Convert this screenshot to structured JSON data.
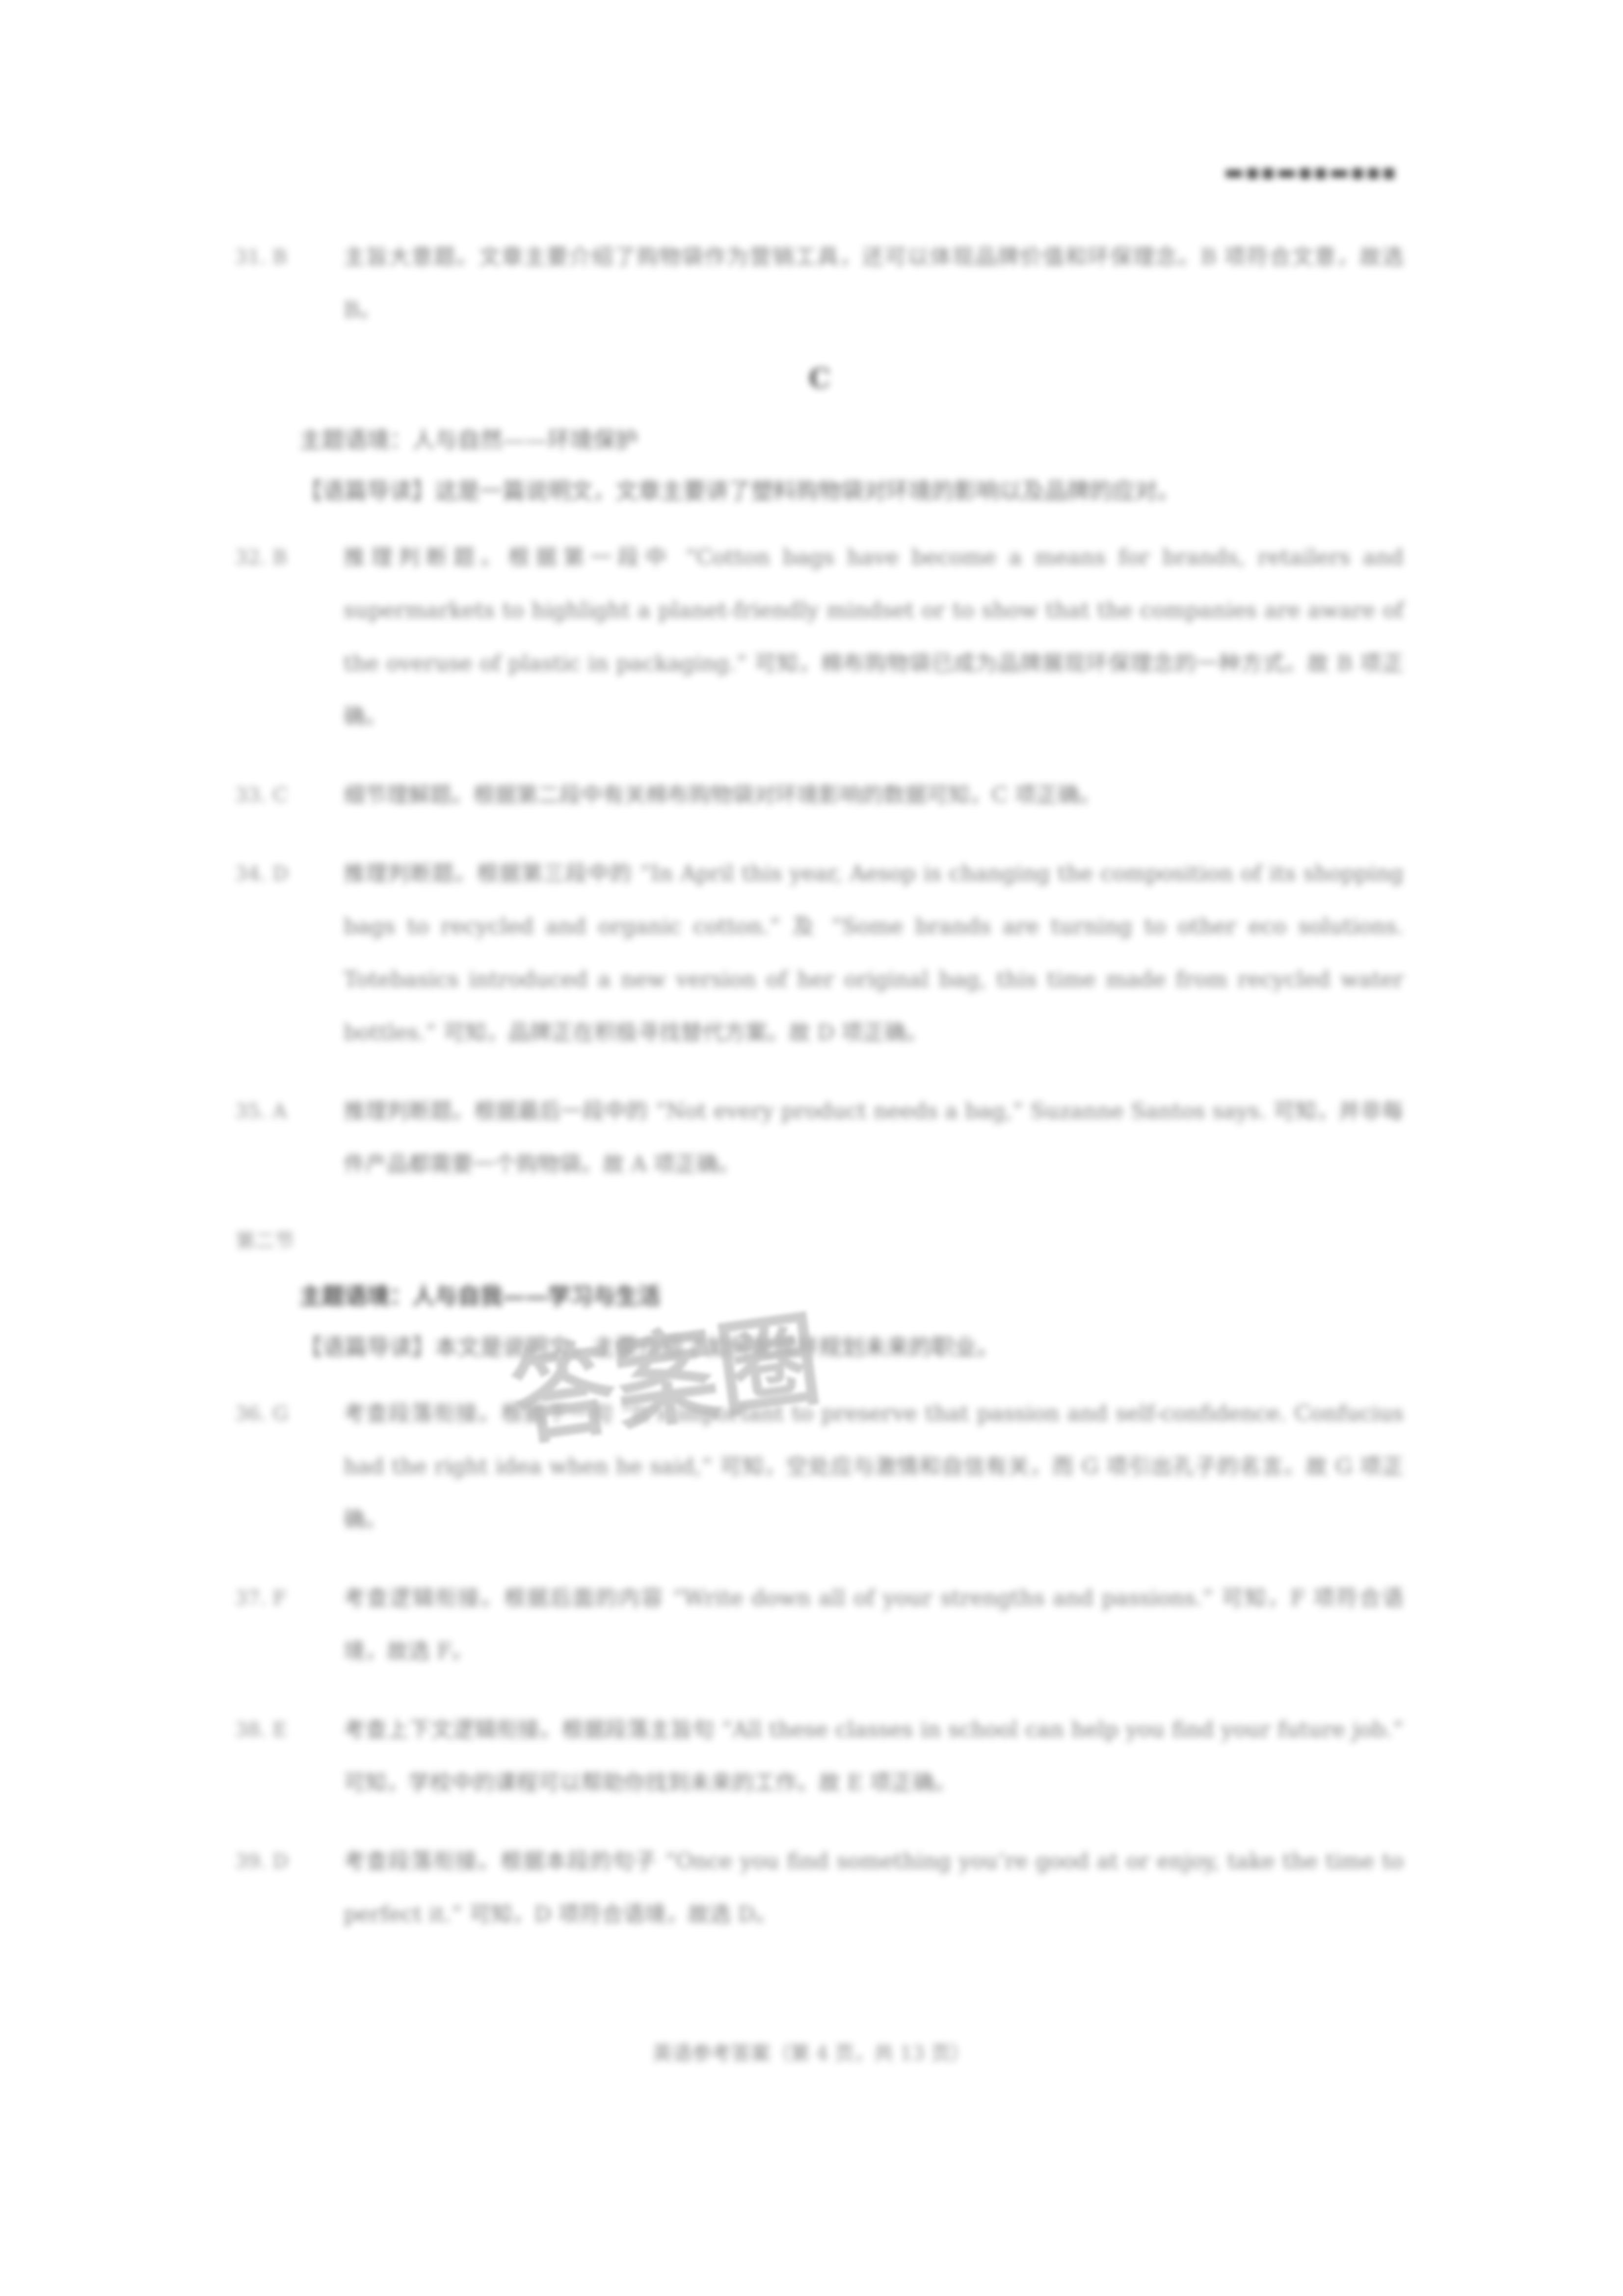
{
  "header_mark": "▬▪▪▬▪▪▬▪▪▪",
  "q31": {
    "num": "31. B",
    "text": "主旨大意题。文章主要介绍了购物袋作为营销工具，还可以体现品牌价值和环保理念。B 项符合文意，故选 B。"
  },
  "section_c": "C",
  "passage_c_topic": "主题语境：人与自然——环境保护",
  "passage_c_intro": "【语篇导读】这是一篇说明文，文章主要讲了塑料购物袋对环境的影响以及品牌的应对。",
  "q32": {
    "num": "32. B",
    "text": "推理判断题。根据第一段中 “Cotton bags have become a means for brands, retailers and supermarkets to highlight a planet-friendly mindset or to show that the companies are aware of the overuse of plastic in packaging.” 可知，棉布购物袋已成为品牌展现环保理念的一种方式。故 B 项正确。"
  },
  "q33": {
    "num": "33. C",
    "text": "细节理解题。根据第二段中有关棉布购物袋对环境影响的数据可知，C 项正确。"
  },
  "q34": {
    "num": "34. D",
    "text": "推理判断题。根据第三段中的 “In April this year, Aesop is changing the composition of its shopping bags to recycled and organic cotton.” 及 “Some brands are turning to other eco solutions. Totebasics introduced a new version of her original bag, this time made from recycled water bottles.” 可知，品牌正在积极寻找替代方案。故 D 项正确。"
  },
  "q35": {
    "num": "35. A",
    "text": "推理判断题。根据最后一段中的 “Not every product needs a bag,” Suzanne Santos says. 可知，并非每件产品都需要一个购物袋。故 A 项正确。"
  },
  "section_2_label": "第二节",
  "passage_2_topic": "主题语境：人与自我——学习与生活",
  "passage_2_intro": "【语篇导读】本文是说明文，主要介绍了如何发现并规划未来的职业。",
  "q36": {
    "num": "36. G",
    "text": "考查段落衔接。根据下一句 “It’s important to preserve that passion and self-confidence. Confucius had the right idea when he said,” 可知，空处应与激情和自信有关，而 G 项引出孔子的名言。故 G 项正确。"
  },
  "q37": {
    "num": "37. F",
    "text": "考查逻辑衔接。根据后面的内容 “Write down all of your strengths and passions.” 可知，F 项符合语境，故选 F。"
  },
  "q38": {
    "num": "38. E",
    "text": "考查上下文逻辑衔接。根据段落主旨句 “All these classes in school can help you find your future job.” 可知，学校中的课程可以帮助你找到未来的工作。故 E 项正确。"
  },
  "q39": {
    "num": "39. D",
    "text": "考查段落衔接。根据本段的句子 “Once you find something you’re good at or enjoy, take the time to perfect it.” 可知，D 项符合语境，故选 D。"
  },
  "watermark": "答案圈",
  "footer": "英语参考答案（第 4 页，共 13 页）"
}
